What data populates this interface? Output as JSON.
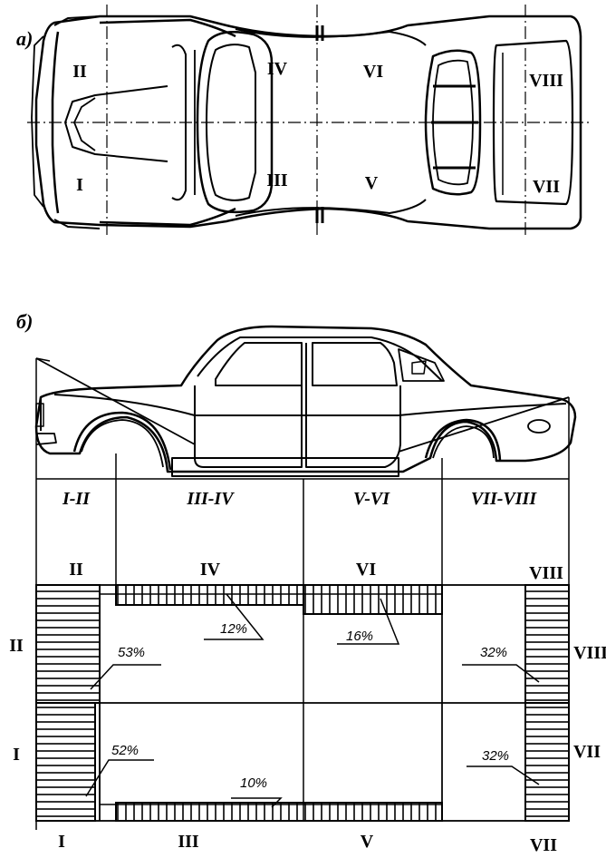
{
  "sections": {
    "a": "а)",
    "b": "б)"
  },
  "top_view": {
    "zones": [
      "II",
      "IV",
      "VI",
      "VIII",
      "I",
      "III",
      "V",
      "VII"
    ]
  },
  "side_view": {
    "groups": [
      "I-II",
      "III-IV",
      "V-VI",
      "VII-VIII"
    ]
  },
  "diagram": {
    "top_labels": [
      "II",
      "IV",
      "VI",
      "VIII"
    ],
    "bottom_labels": [
      "I",
      "III",
      "V",
      "VII"
    ],
    "left_labels": [
      "II",
      "I"
    ],
    "right_labels": [
      "VIII",
      "VII"
    ],
    "percentages": {
      "front_upper": "53%",
      "front_lower": "52%",
      "mid_upper_left": "12%",
      "mid_upper_right": "16%",
      "mid_lower": "10%",
      "rear_upper": "32%",
      "rear_lower": "32%"
    }
  }
}
